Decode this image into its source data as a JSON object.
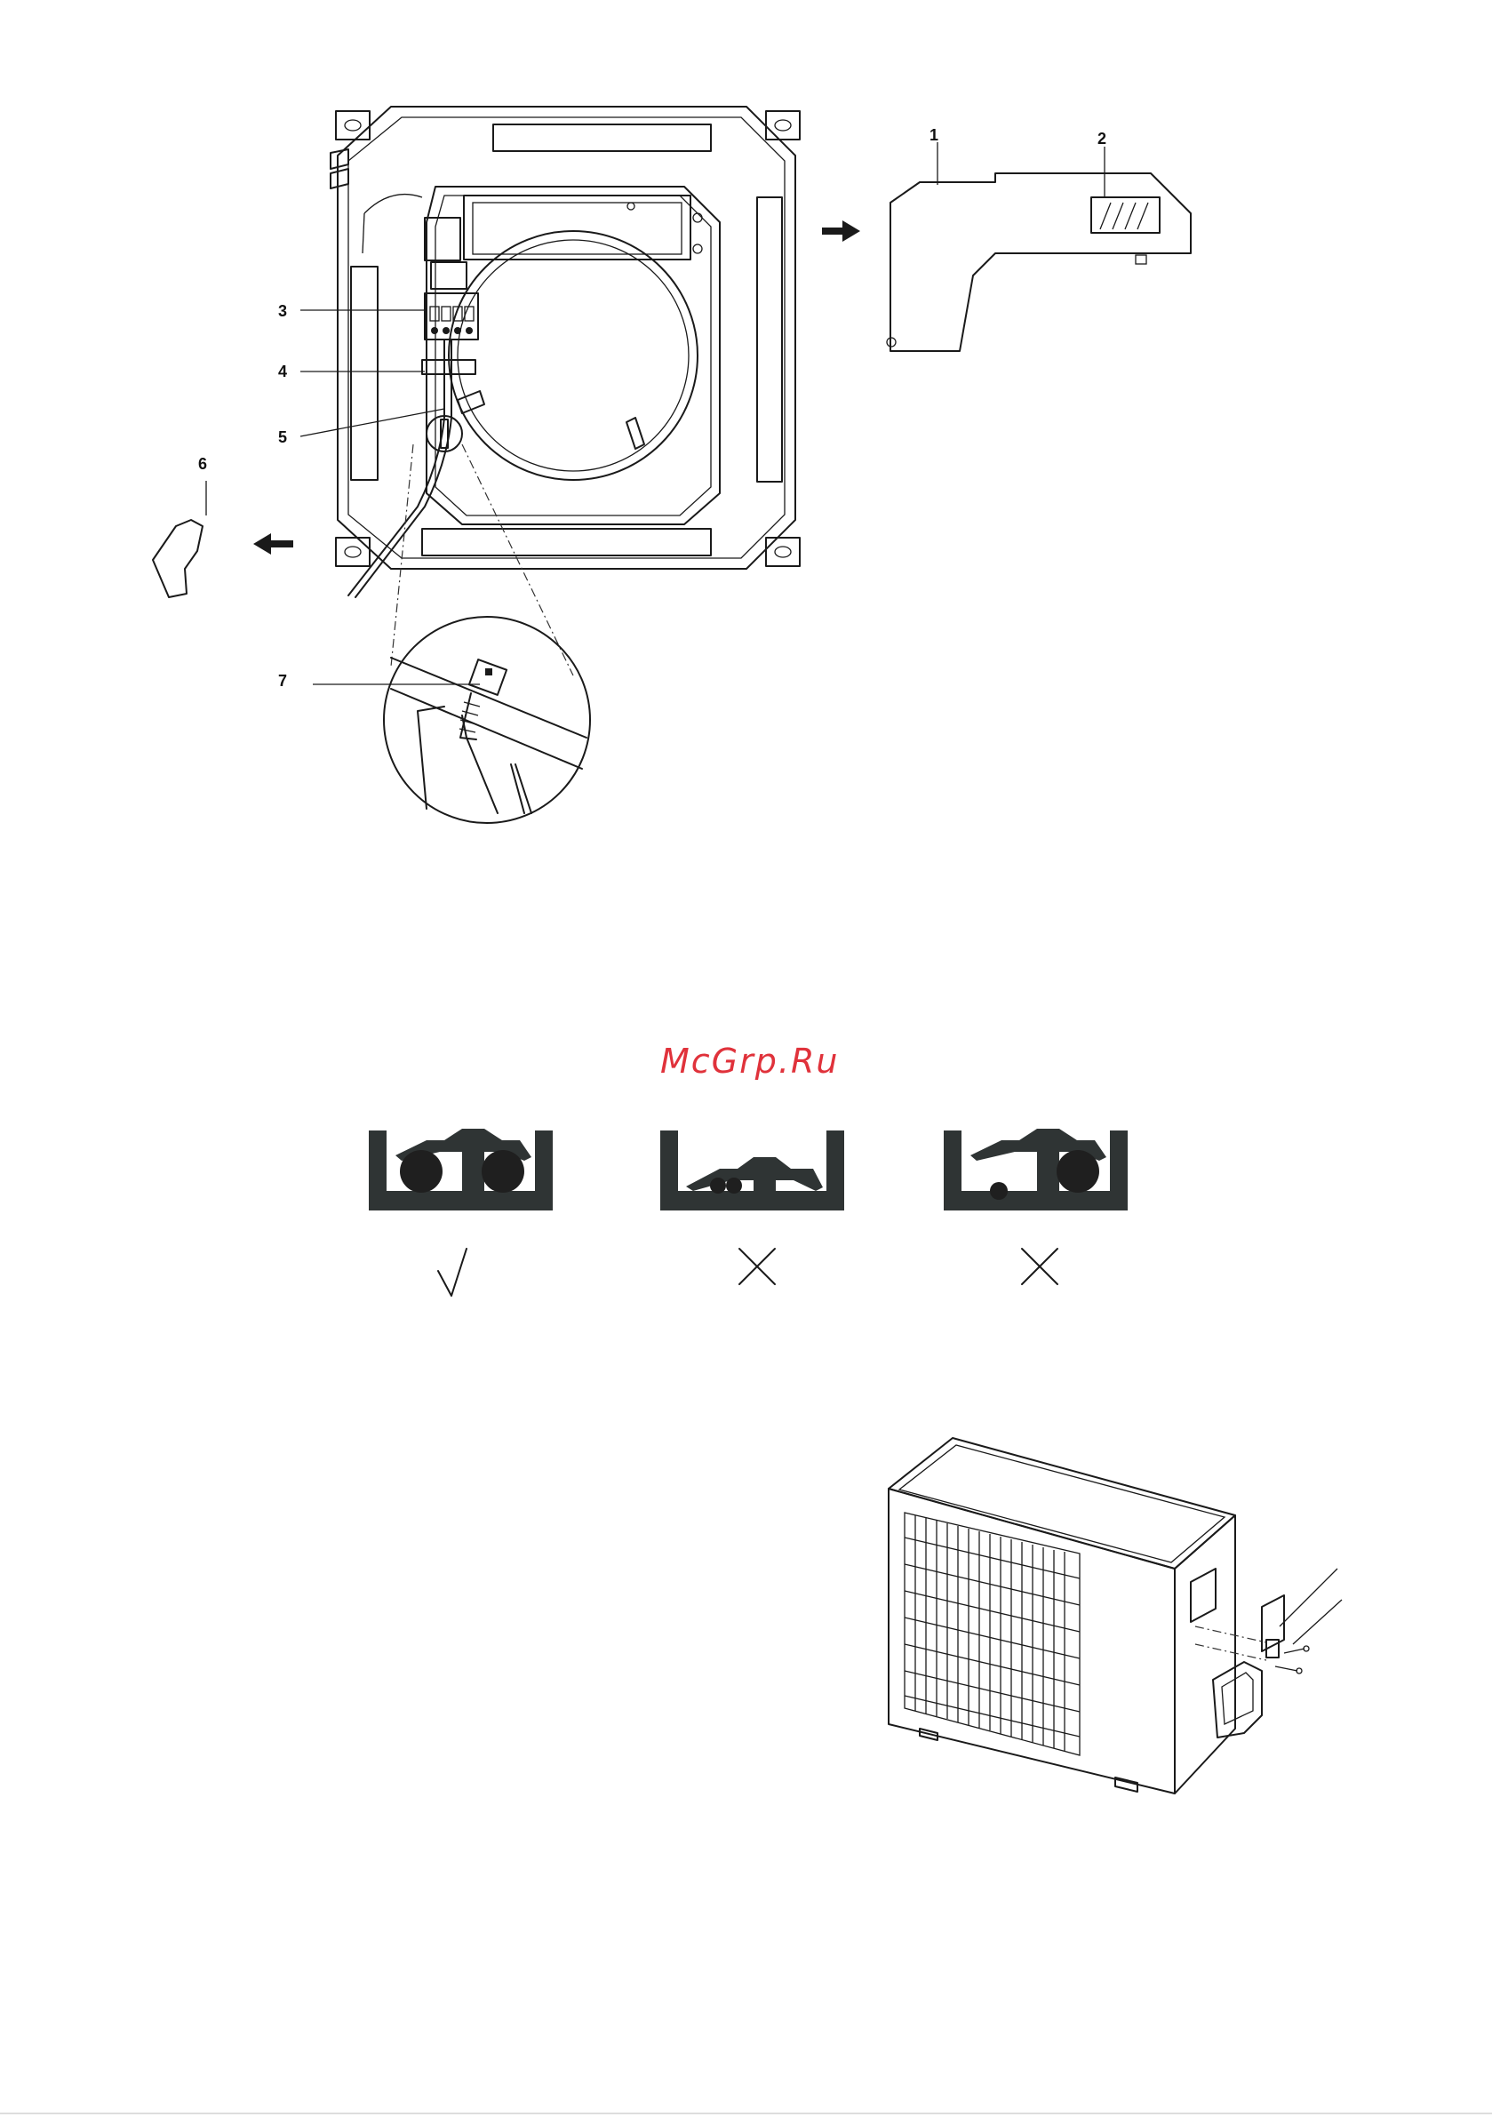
{
  "callouts": {
    "c1": "1",
    "c2": "2",
    "c3": "3",
    "c4": "4",
    "c5": "5",
    "c6": "6",
    "c7": "7"
  },
  "watermark": "McGrp.Ru",
  "marks": {
    "correct": "√",
    "wrong_1": "✕",
    "wrong_2": "✕"
  },
  "colors": {
    "line": "#1a1a1a",
    "watermark": "#e0323b",
    "clamp_fill": "#2f3434"
  }
}
